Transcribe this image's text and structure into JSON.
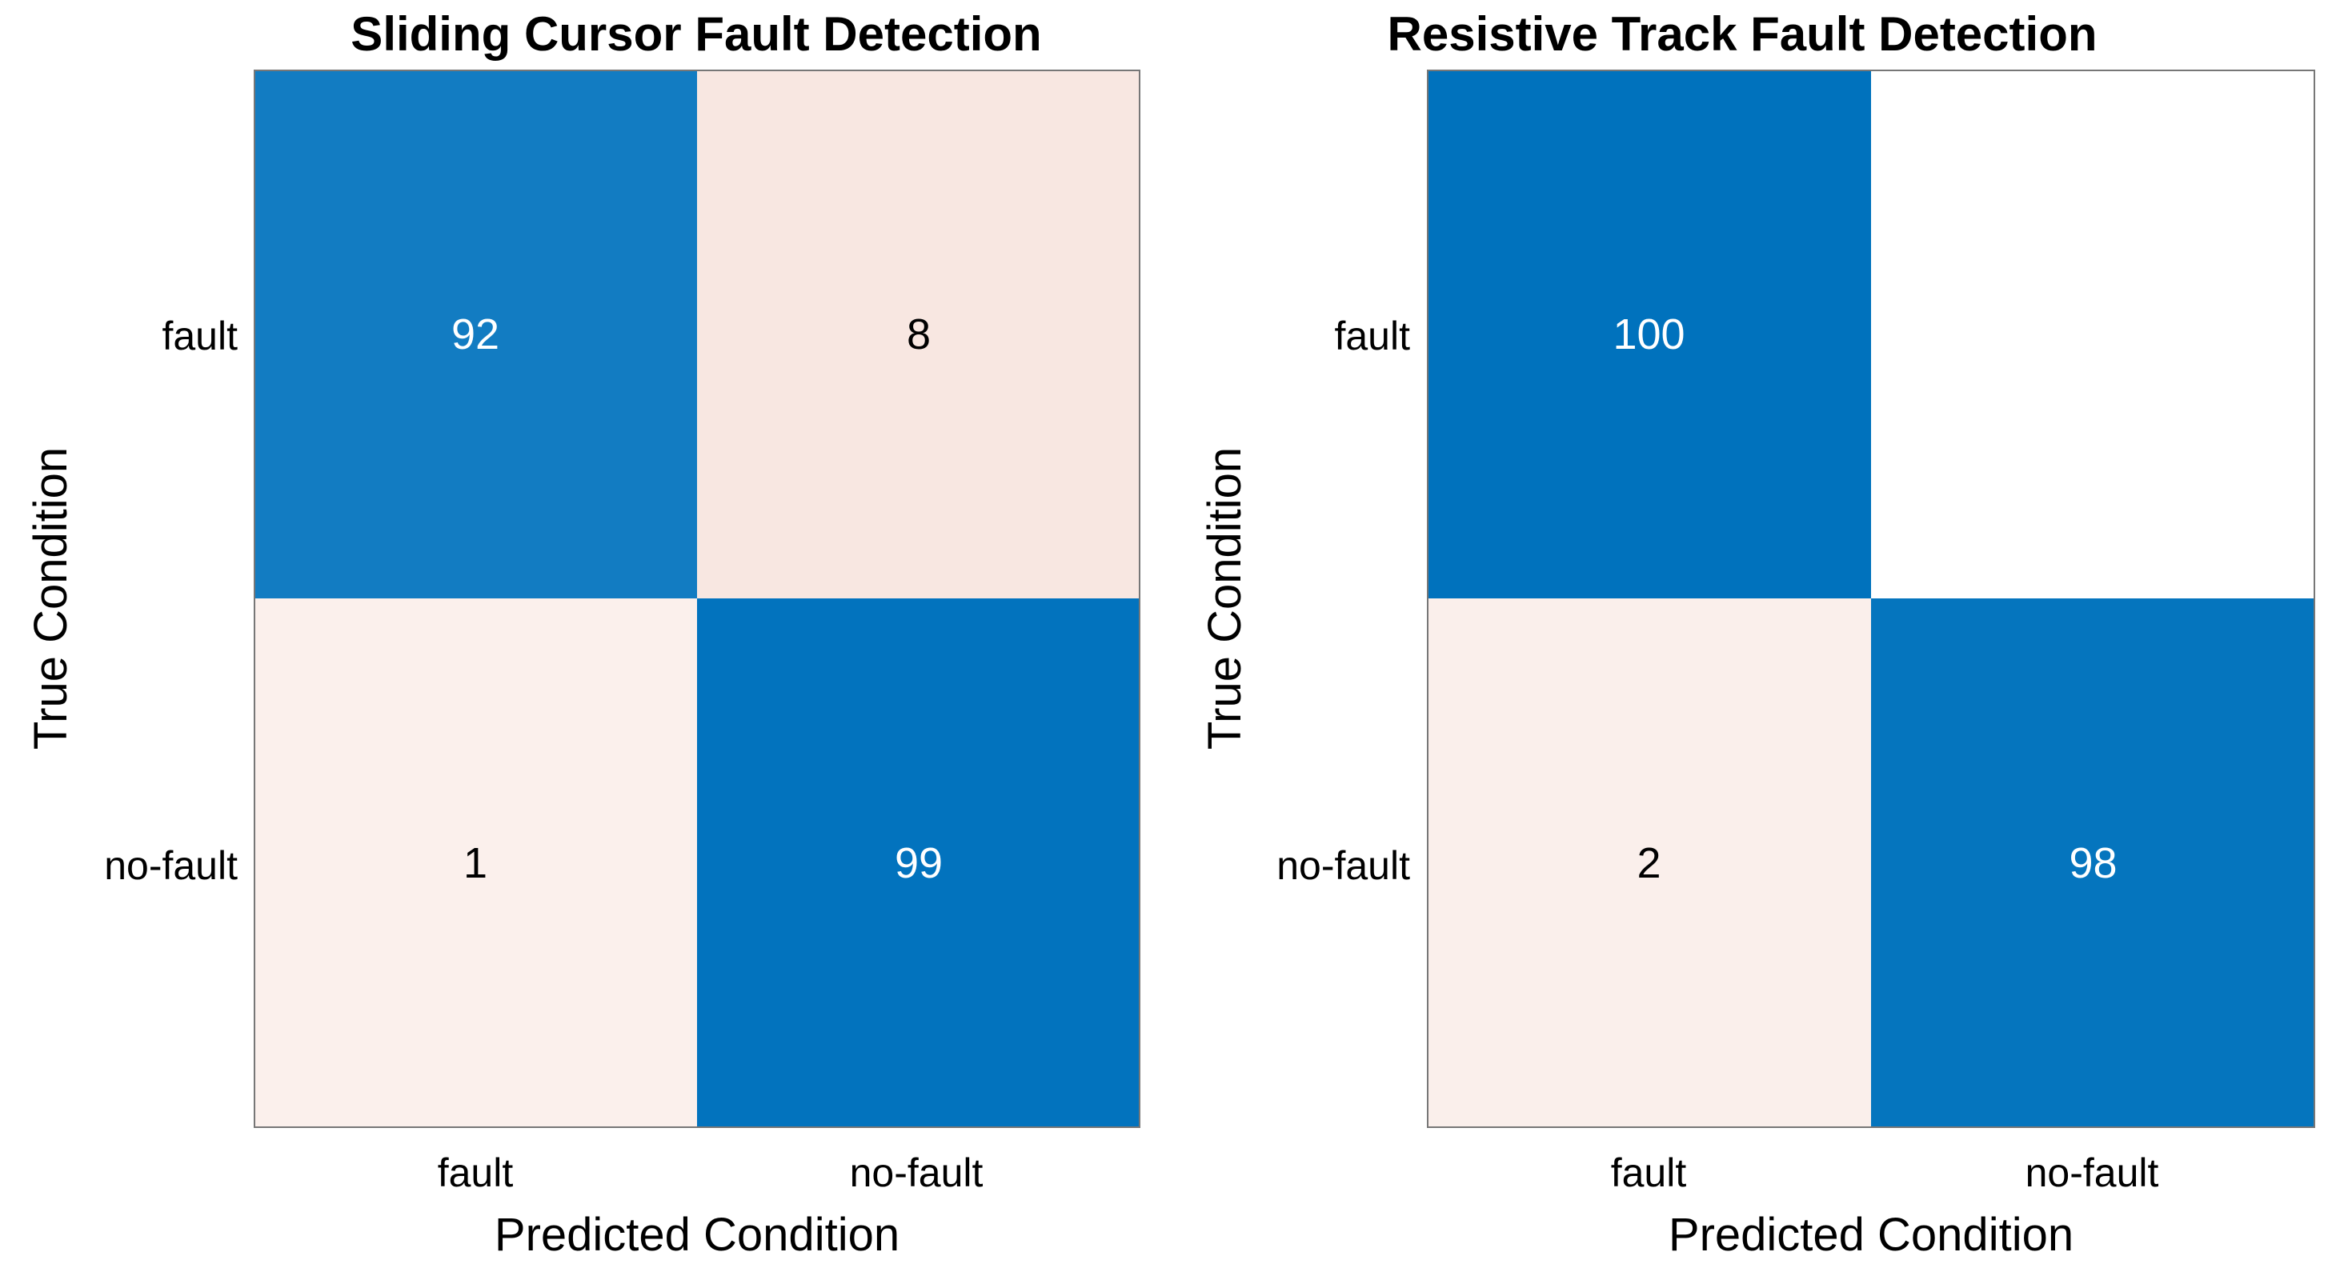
{
  "chart_data": [
    {
      "type": "heatmap",
      "title": "Sliding Cursor Fault Detection",
      "xlabel": "Predicted Condition",
      "ylabel": "True Condition",
      "x_categories": [
        "fault",
        "no-fault"
      ],
      "y_categories": [
        "fault",
        "no-fault"
      ],
      "values": [
        [
          92,
          8
        ],
        [
          1,
          99
        ]
      ],
      "grid": false,
      "colors": {
        "diagonal_high": "#0072BD",
        "off_diagonal_low": "#FBF1EE",
        "text_on_dark": "#FFFFFF",
        "text_on_light": "#000000"
      }
    },
    {
      "type": "heatmap",
      "title": "Resistive Track Fault Detection",
      "xlabel": "Predicted Condition",
      "ylabel": "True Condition",
      "x_categories": [
        "fault",
        "no-fault"
      ],
      "y_categories": [
        "fault",
        "no-fault"
      ],
      "values": [
        [
          100,
          0
        ],
        [
          2,
          98
        ]
      ],
      "blank_zero_cells": true,
      "grid": false,
      "colors": {
        "diagonal_high": "#0072BD",
        "off_diagonal_low": "#FBF1EE",
        "text_on_dark": "#FFFFFF",
        "text_on_light": "#000000"
      }
    }
  ]
}
